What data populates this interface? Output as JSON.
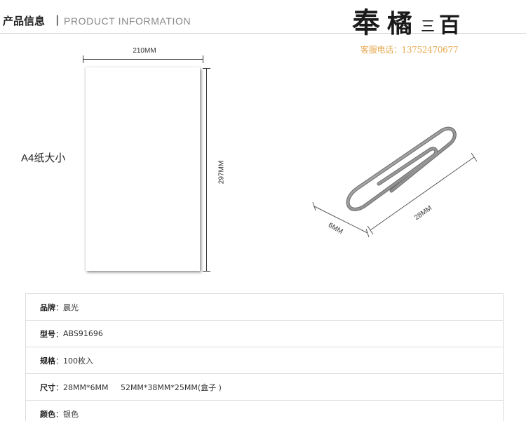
{
  "header": {
    "title_cn": "产品信息",
    "separator": "|",
    "title_en": "PRODUCT INFORMATION"
  },
  "brand_logo": {
    "text": "奉橘三百",
    "contact": "客服电话：13752470677"
  },
  "a4": {
    "label": "A4纸大小",
    "width_label": "210MM",
    "height_label": "297MM"
  },
  "clip": {
    "width_label": "6MM",
    "length_label": "28MM"
  },
  "specs": [
    {
      "key": "品牌",
      "value": "晨光"
    },
    {
      "key": "型号",
      "value": "ABS91696"
    },
    {
      "key": "规格",
      "value": "100枚入"
    },
    {
      "key": "尺寸",
      "value": "28MM*6MM     52MM*38MM*25MM(盒子 )"
    },
    {
      "key": "颜色",
      "value": "银色"
    }
  ],
  "colors": {
    "contact_text": "#e6a84d",
    "logo_ink": "#1a1a1a",
    "table_border": "#dcdcdc"
  }
}
